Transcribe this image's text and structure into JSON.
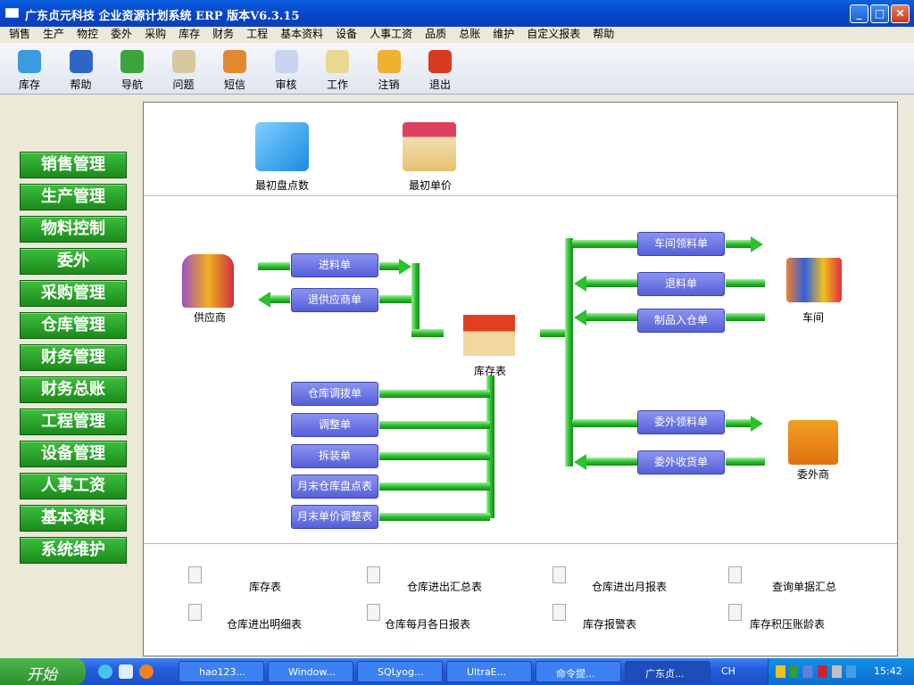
{
  "window": {
    "title": "广东贞元科技 企业资源计划系统 ERP 版本V6.3.15"
  },
  "menu": [
    "销售",
    "生产",
    "物控",
    "委外",
    "采购",
    "库存",
    "财务",
    "工程",
    "基本资料",
    "设备",
    "人事工资",
    "品质",
    "总账",
    "维护",
    "自定义报表",
    "帮助"
  ],
  "toolbar": [
    {
      "label": "库存",
      "icon": "inventory-cubes-icon",
      "color": "#3a9be0"
    },
    {
      "label": "帮助",
      "icon": "help-icon",
      "color": "#2e66c8"
    },
    {
      "label": "导航",
      "icon": "navigation-chart-icon",
      "color": "#3aa53a"
    },
    {
      "label": "问题",
      "icon": "envelope-icon",
      "color": "#d8c8a0"
    },
    {
      "label": "短信",
      "icon": "users-icon",
      "color": "#e08a30"
    },
    {
      "label": "审核",
      "icon": "calendar-check-icon",
      "color": "#c8d4f0"
    },
    {
      "label": "工作",
      "icon": "calendar-icon",
      "color": "#e8d890"
    },
    {
      "label": "注销",
      "icon": "key-icon",
      "color": "#f0b030"
    },
    {
      "label": "退出",
      "icon": "power-icon",
      "color": "#d83a20"
    }
  ],
  "sidebar": [
    "销售管理",
    "生产管理",
    "物料控制",
    "委外",
    "采购管理",
    "仓库管理",
    "财务管理",
    "财务总账",
    "工程管理",
    "设备管理",
    "人事工资",
    "基本资料",
    "系统维护"
  ],
  "top_icons": {
    "initial_count": "最初盘点数",
    "initial_price": "最初单价"
  },
  "nodes": {
    "supplier": "供应商",
    "stock": "库存表",
    "workshop": "车间",
    "outsourcer": "委外商"
  },
  "flow_buttons": {
    "purchase_in": "进料单",
    "return_supplier": "退供应商单",
    "workshop_issue": "车间领料单",
    "return_material": "退料单",
    "product_in": "制品入仓单",
    "transfer": "仓库调拨单",
    "adjust": "调整单",
    "disassemble": "拆装单",
    "month_count": "月末仓库盘点表",
    "month_price": "月末单价调整表",
    "outsource_issue": "委外领料单",
    "outsource_receive": "委外收货单"
  },
  "reports": [
    "库存表",
    "仓库进出汇总表",
    "仓库进出月报表",
    "查询单据汇总",
    "仓库进出明细表",
    "仓库每月各日报表",
    "库存报警表",
    "库存积压账龄表"
  ],
  "taskbar": {
    "start": "开始",
    "tasks": [
      "hao123...",
      "Window...",
      "SQLyog...",
      "UltraE...",
      "命令提...",
      "广东贞..."
    ],
    "lang": "CH",
    "clock": "15:42"
  }
}
